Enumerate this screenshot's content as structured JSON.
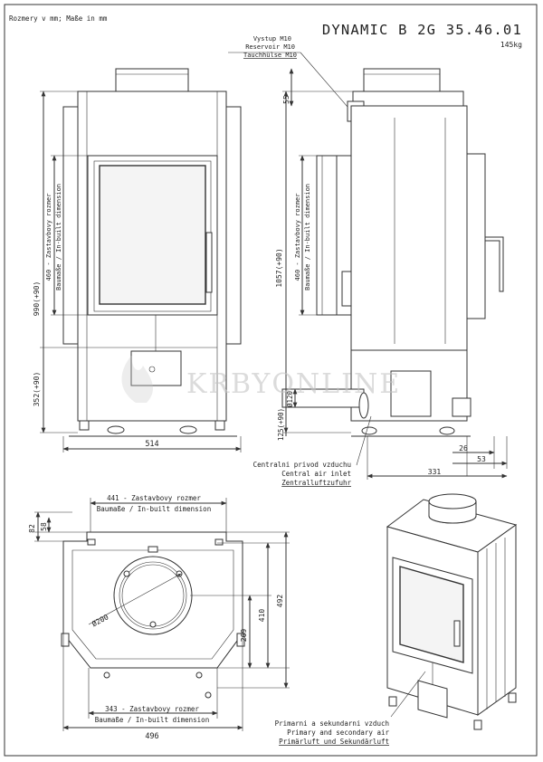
{
  "header": {
    "units_note": "Rozmery v mm; Maße in mm",
    "model": "DYNAMIC B 2G 35.46.01",
    "weight": "145kg"
  },
  "watermark": "KRBYONLINE",
  "front_view": {
    "height_total": "990(+90)",
    "height_lower": "352(+90)",
    "width_total": "514",
    "inbuilt_label_cz": "460 - Zastavbovy rozmer",
    "inbuilt_label_de_en": "Baumaße / In-built dimension"
  },
  "side_view": {
    "outlet_labels": [
      "Vystup M10",
      "Reservoir M10",
      "Tauchhülse M10"
    ],
    "top_offset": "55",
    "height_total": "1057(+90)",
    "inbuilt_label_cz": "460 - Zastavbovy rozmer",
    "inbuilt_label_de_en": "Baumaße / In-built dimension",
    "inlet_diameter": "Ø120",
    "inlet_height": "125(+90)",
    "depth_a": "26",
    "depth_b": "53",
    "depth_total": "331",
    "air_inlet_labels": [
      "Centralni privod vzduchu",
      "Central air inlet",
      "Zentralluftzufuhr"
    ]
  },
  "top_view": {
    "inbuilt_top_cz": "441 - Zastavbovy rozmer",
    "inbuilt_top_de_en": "Baumaße / In-built dimension",
    "dim_82": "82",
    "dim_58": "58",
    "flue_diameter": "Ø200",
    "dim_269": "269",
    "dim_410": "410",
    "dim_492": "492",
    "inbuilt_bottom_cz": "343 - Zastavbovy rozmer",
    "inbuilt_bottom_de_en": "Baumaße / In-built dimension",
    "width_total": "496"
  },
  "iso_view": {
    "air_labels": [
      "Primarni a sekundarni vzduch",
      "Primary and secondary air",
      "Primärluft und Sekundärluft"
    ]
  }
}
